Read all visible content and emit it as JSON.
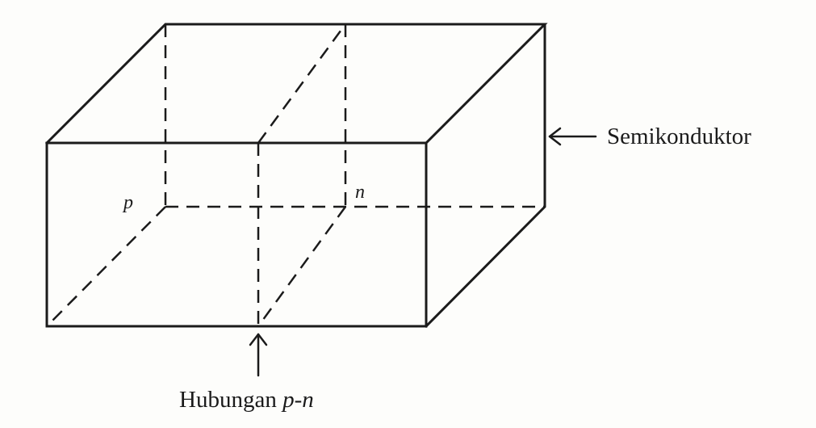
{
  "diagram": {
    "regions": {
      "p": "p",
      "n": "n"
    },
    "labels": {
      "semiconductor": "Semikonduktor",
      "junction_prefix": "Hubungan ",
      "junction_italic": "p-n"
    }
  }
}
